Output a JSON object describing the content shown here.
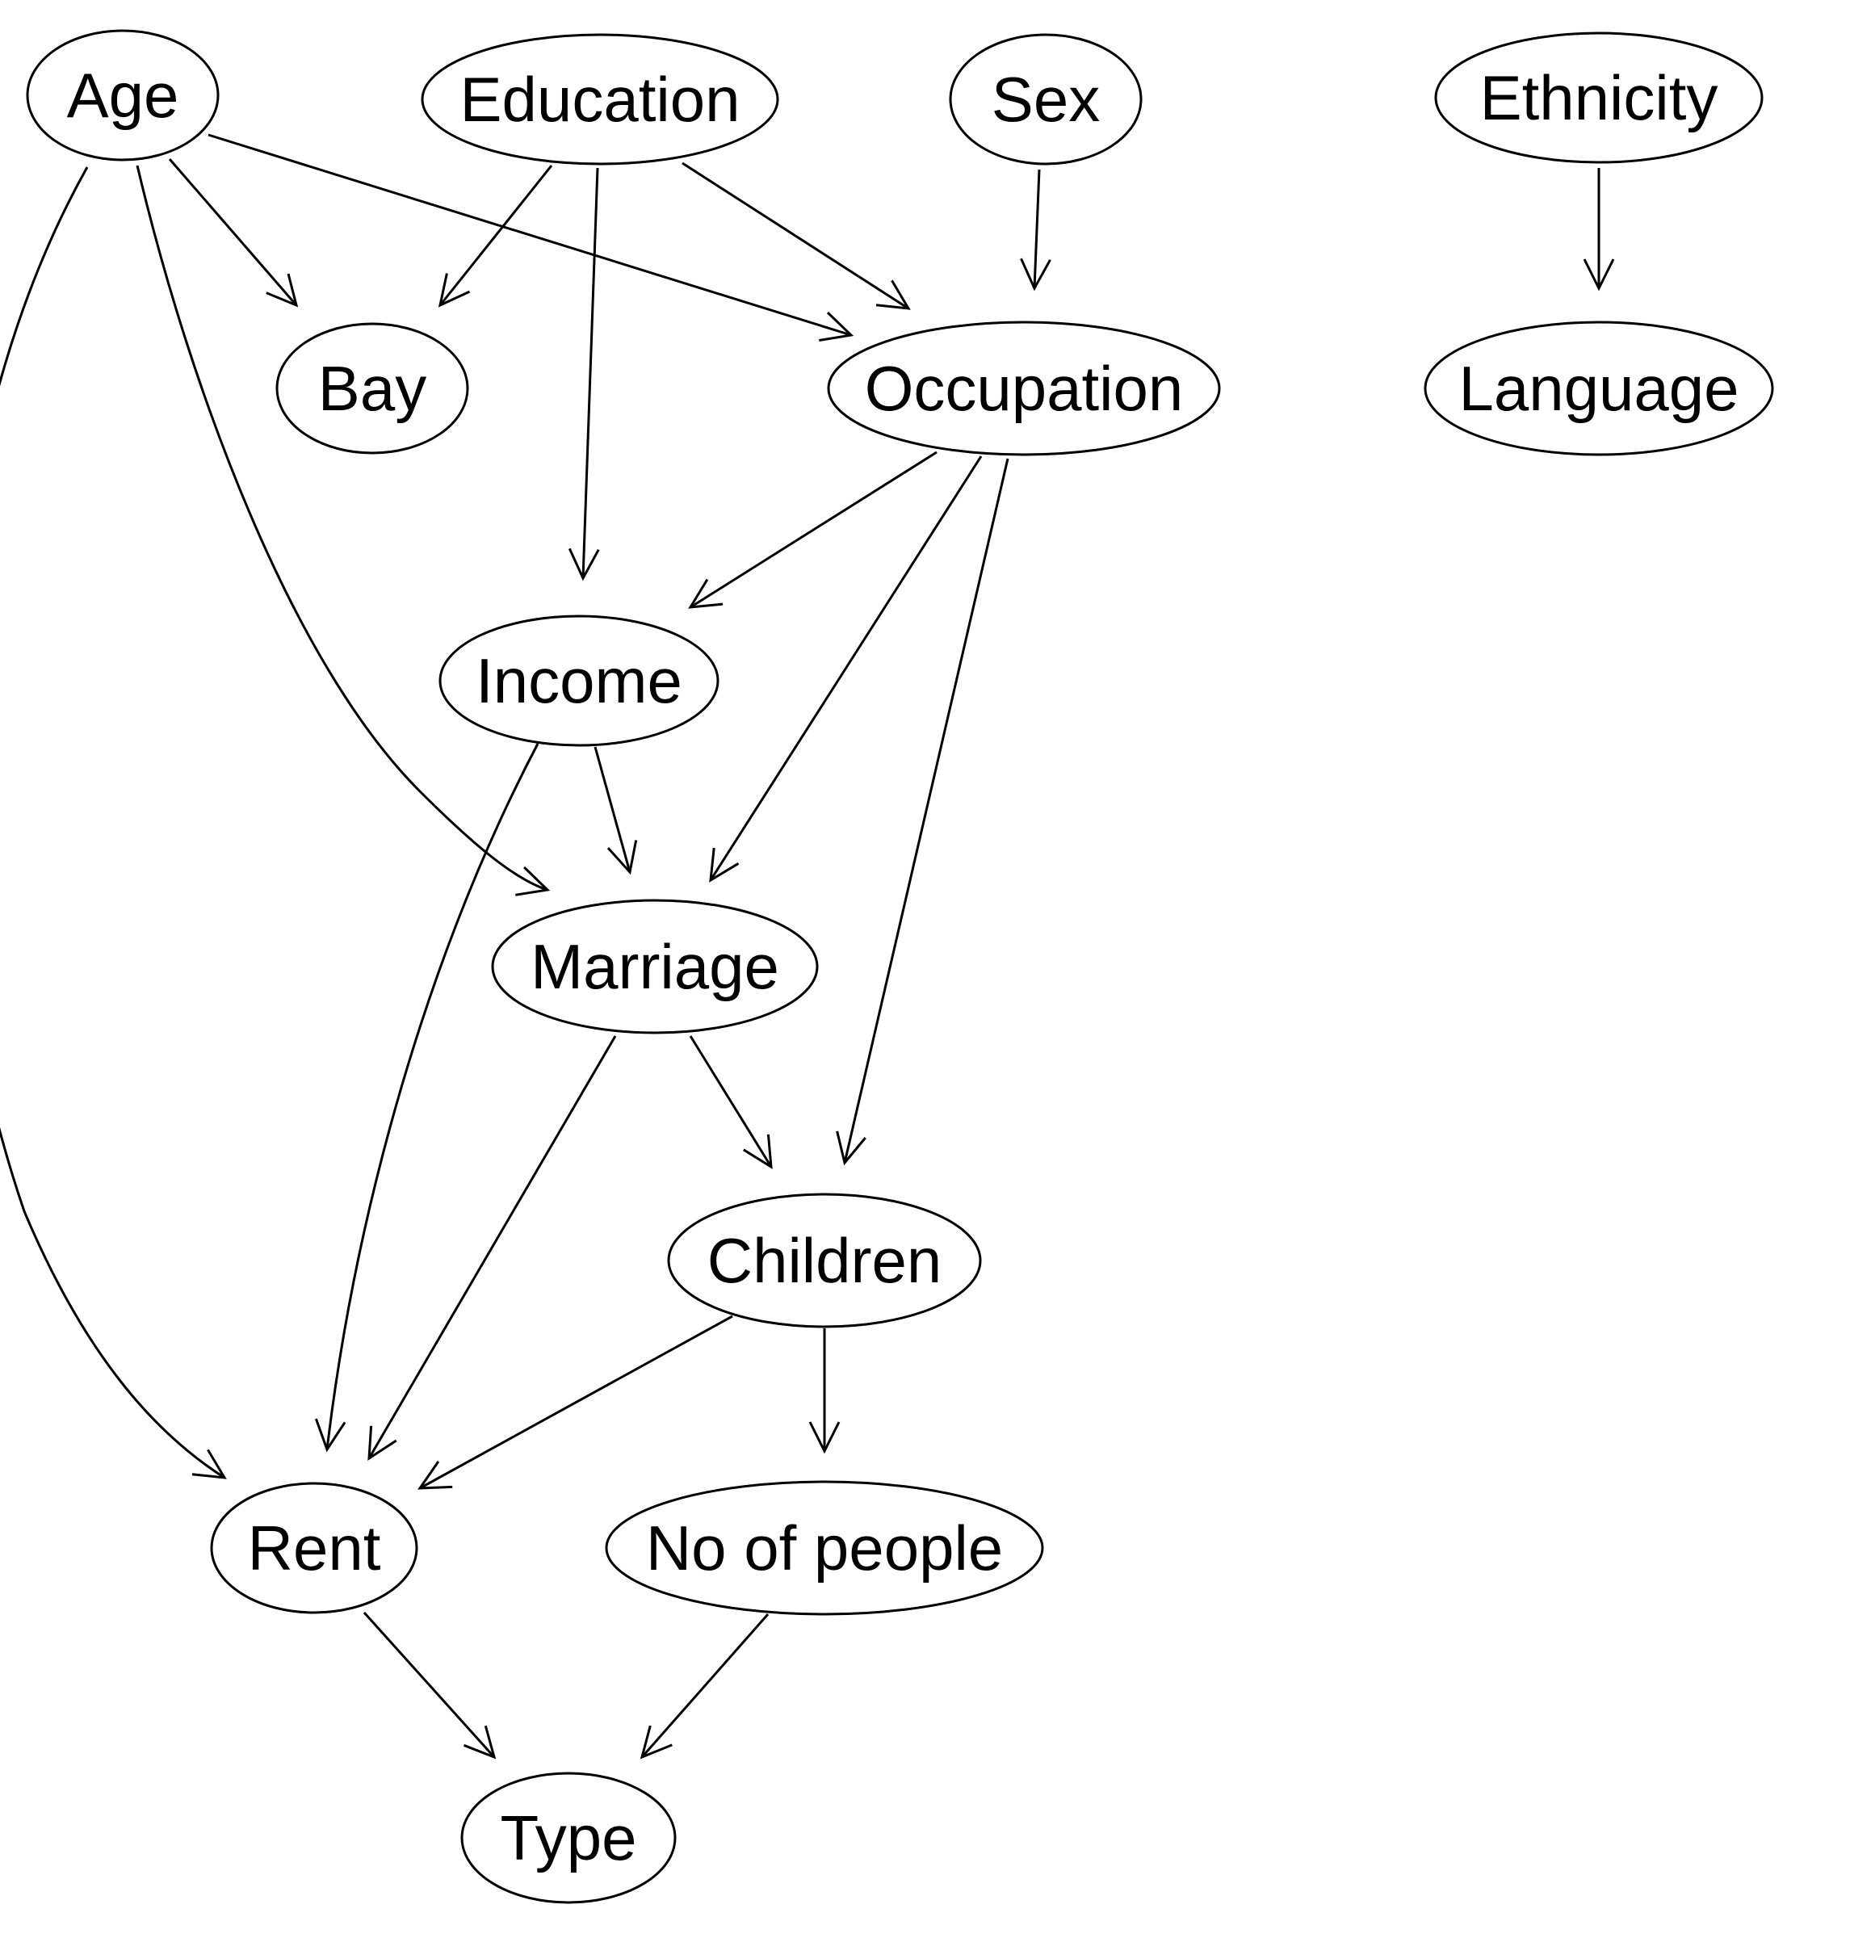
{
  "diagram": {
    "type": "directed-graph",
    "nodes": [
      {
        "id": "age",
        "label": "Age"
      },
      {
        "id": "education",
        "label": "Education"
      },
      {
        "id": "sex",
        "label": "Sex"
      },
      {
        "id": "ethnicity",
        "label": "Ethnicity"
      },
      {
        "id": "bay",
        "label": "Bay"
      },
      {
        "id": "occupation",
        "label": "Occupation"
      },
      {
        "id": "language",
        "label": "Language"
      },
      {
        "id": "income",
        "label": "Income"
      },
      {
        "id": "marriage",
        "label": "Marriage"
      },
      {
        "id": "children",
        "label": "Children"
      },
      {
        "id": "rent",
        "label": "Rent"
      },
      {
        "id": "no-of-people",
        "label": "No of people"
      },
      {
        "id": "type",
        "label": "Type"
      }
    ],
    "edges": [
      {
        "from": "age",
        "to": "bay"
      },
      {
        "from": "age",
        "to": "occupation"
      },
      {
        "from": "age",
        "to": "marriage"
      },
      {
        "from": "age",
        "to": "rent"
      },
      {
        "from": "education",
        "to": "bay"
      },
      {
        "from": "education",
        "to": "occupation"
      },
      {
        "from": "education",
        "to": "income"
      },
      {
        "from": "sex",
        "to": "occupation"
      },
      {
        "from": "ethnicity",
        "to": "language"
      },
      {
        "from": "occupation",
        "to": "income"
      },
      {
        "from": "occupation",
        "to": "marriage"
      },
      {
        "from": "occupation",
        "to": "children"
      },
      {
        "from": "income",
        "to": "marriage"
      },
      {
        "from": "income",
        "to": "rent"
      },
      {
        "from": "marriage",
        "to": "children"
      },
      {
        "from": "marriage",
        "to": "rent"
      },
      {
        "from": "children",
        "to": "rent"
      },
      {
        "from": "children",
        "to": "no-of-people"
      },
      {
        "from": "rent",
        "to": "type"
      },
      {
        "from": "no-of-people",
        "to": "type"
      }
    ]
  }
}
